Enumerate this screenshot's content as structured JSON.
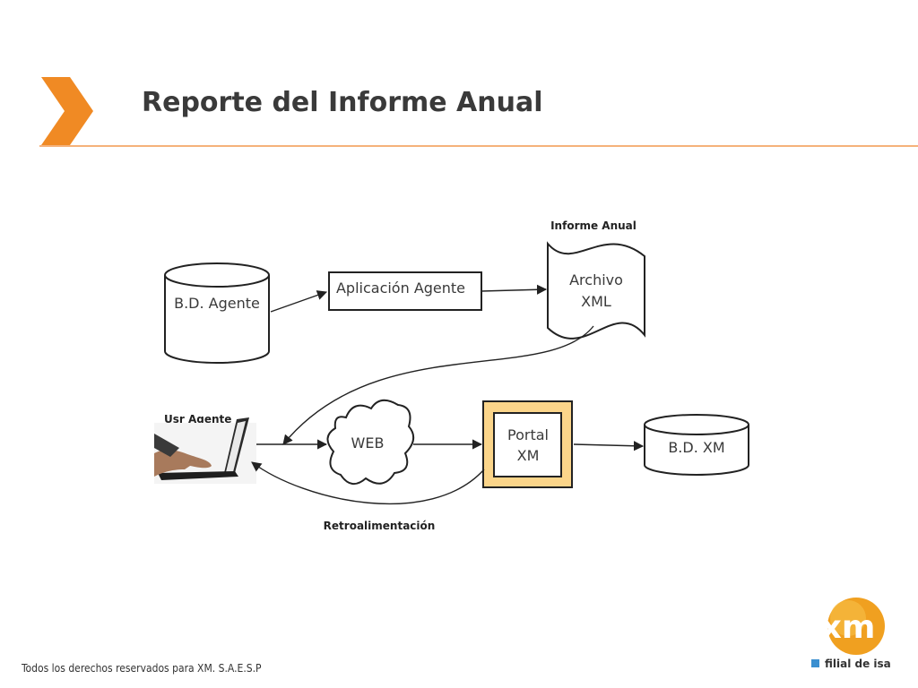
{
  "slide": {
    "title": "Reporte del Informe Anual",
    "footer": "Todos los derechos reservados para XM. S.A.E.S.P",
    "brand": {
      "logo_text": "xm",
      "tagline": "filial de isa"
    },
    "colors": {
      "accent_orange": "#f08a24",
      "portal_fill": "#fbd58a",
      "logo_orange": "#f0a020",
      "tagline_square": "#3a8fd0"
    }
  },
  "diagram": {
    "nodes": {
      "bd_agente": "B.D. Agente",
      "aplicacion_agente": "Aplicación Agente",
      "archivo_xml": {
        "line1": "Archivo",
        "line2": "XML",
        "caption": "Informe Anual"
      },
      "usr_agente": "Usr Agente",
      "web": "WEB",
      "portal_xm": {
        "line1": "Portal",
        "line2": "XM"
      },
      "bd_xm": "B.D. XM"
    },
    "edge_labels": {
      "feedback": "Retroalimentación"
    }
  }
}
